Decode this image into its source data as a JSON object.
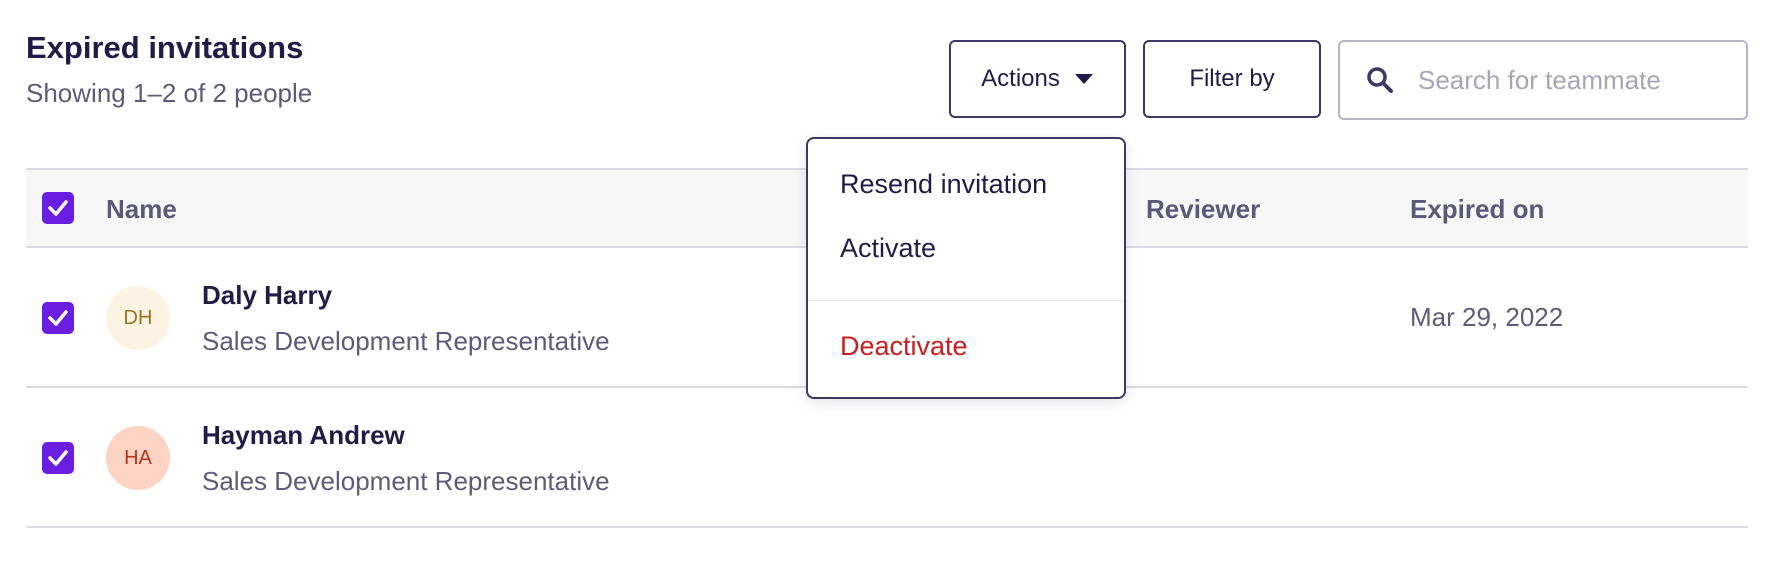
{
  "header": {
    "title": "Expired invitations",
    "subtitle": "Showing 1–2 of 2 people"
  },
  "toolbar": {
    "actions_label": "Actions",
    "filter_label": "Filter by",
    "search_placeholder": "Search for teammate",
    "search_value": ""
  },
  "table": {
    "columns": [
      "Name",
      "Reviewer",
      "Expired on"
    ],
    "rows": [
      {
        "initials": "DH",
        "name": "Daly Harry",
        "role": "Sales Development Representative",
        "reviewer": "",
        "expired_on": "Mar 29, 2022",
        "avatar_bg": "#fdf3e3",
        "avatar_fg": "#9a7420"
      },
      {
        "initials": "HA",
        "name": "Hayman Andrew",
        "role": "Sales Development Representative",
        "reviewer": "",
        "expired_on": "",
        "avatar_bg": "#fdd3c3",
        "avatar_fg": "#b3361c"
      }
    ]
  },
  "actions_menu": {
    "items": [
      "Resend invitation",
      "Activate"
    ],
    "danger_item": "Deactivate"
  },
  "colors": {
    "accent": "#6a1ee0",
    "danger": "#c81e1e",
    "text_primary": "#1f1d47",
    "text_secondary": "#5d5b78"
  },
  "icons": {
    "checkbox": "check-icon",
    "actions_caret": "caret-down-icon",
    "search": "search-icon"
  }
}
